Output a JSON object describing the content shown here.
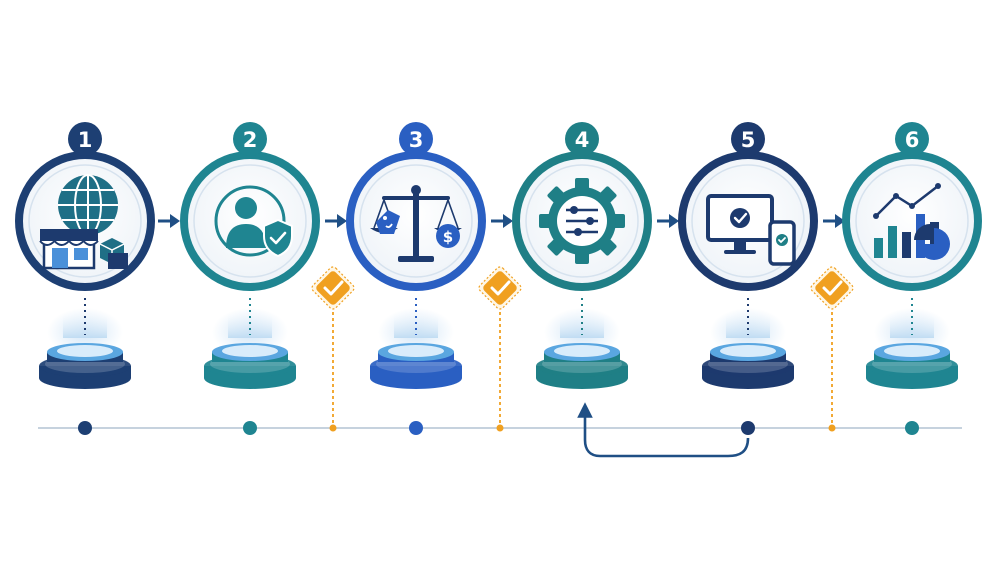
{
  "steps": [
    {
      "number": "1",
      "icon": "globe-storefront-icon",
      "color": "#1d3f73",
      "accent": "#1f6f86"
    },
    {
      "number": "2",
      "icon": "user-shield-icon",
      "color": "#1f8591",
      "accent": "#1f8591"
    },
    {
      "number": "3",
      "icon": "balance-scale-icon",
      "color": "#2a5fc2",
      "accent": "#1f4fa8"
    },
    {
      "number": "4",
      "icon": "gear-sliders-icon",
      "color": "#1f7f86",
      "accent": "#1f7f86"
    },
    {
      "number": "5",
      "icon": "devices-check-icon",
      "color": "#1d3a6e",
      "accent": "#1f7f86"
    },
    {
      "number": "6",
      "icon": "analytics-chart-icon",
      "color": "#1f8591",
      "accent": "#1f4fa8"
    }
  ],
  "checkpoints": [
    {
      "icon": "checkmark-diamond-icon",
      "between": [
        2,
        3
      ]
    },
    {
      "icon": "checkmark-diamond-icon",
      "between": [
        3,
        4
      ]
    },
    {
      "icon": "checkmark-diamond-icon",
      "between": [
        5,
        6
      ]
    }
  ],
  "colors": {
    "navy": "#1d3a6e",
    "teal": "#1f8591",
    "blue": "#2a5fc2",
    "orange": "#f0a020",
    "connector": "#1f4f85"
  },
  "loop": {
    "icon": "return-loop-arrow-icon",
    "from": 5,
    "to": 4
  }
}
